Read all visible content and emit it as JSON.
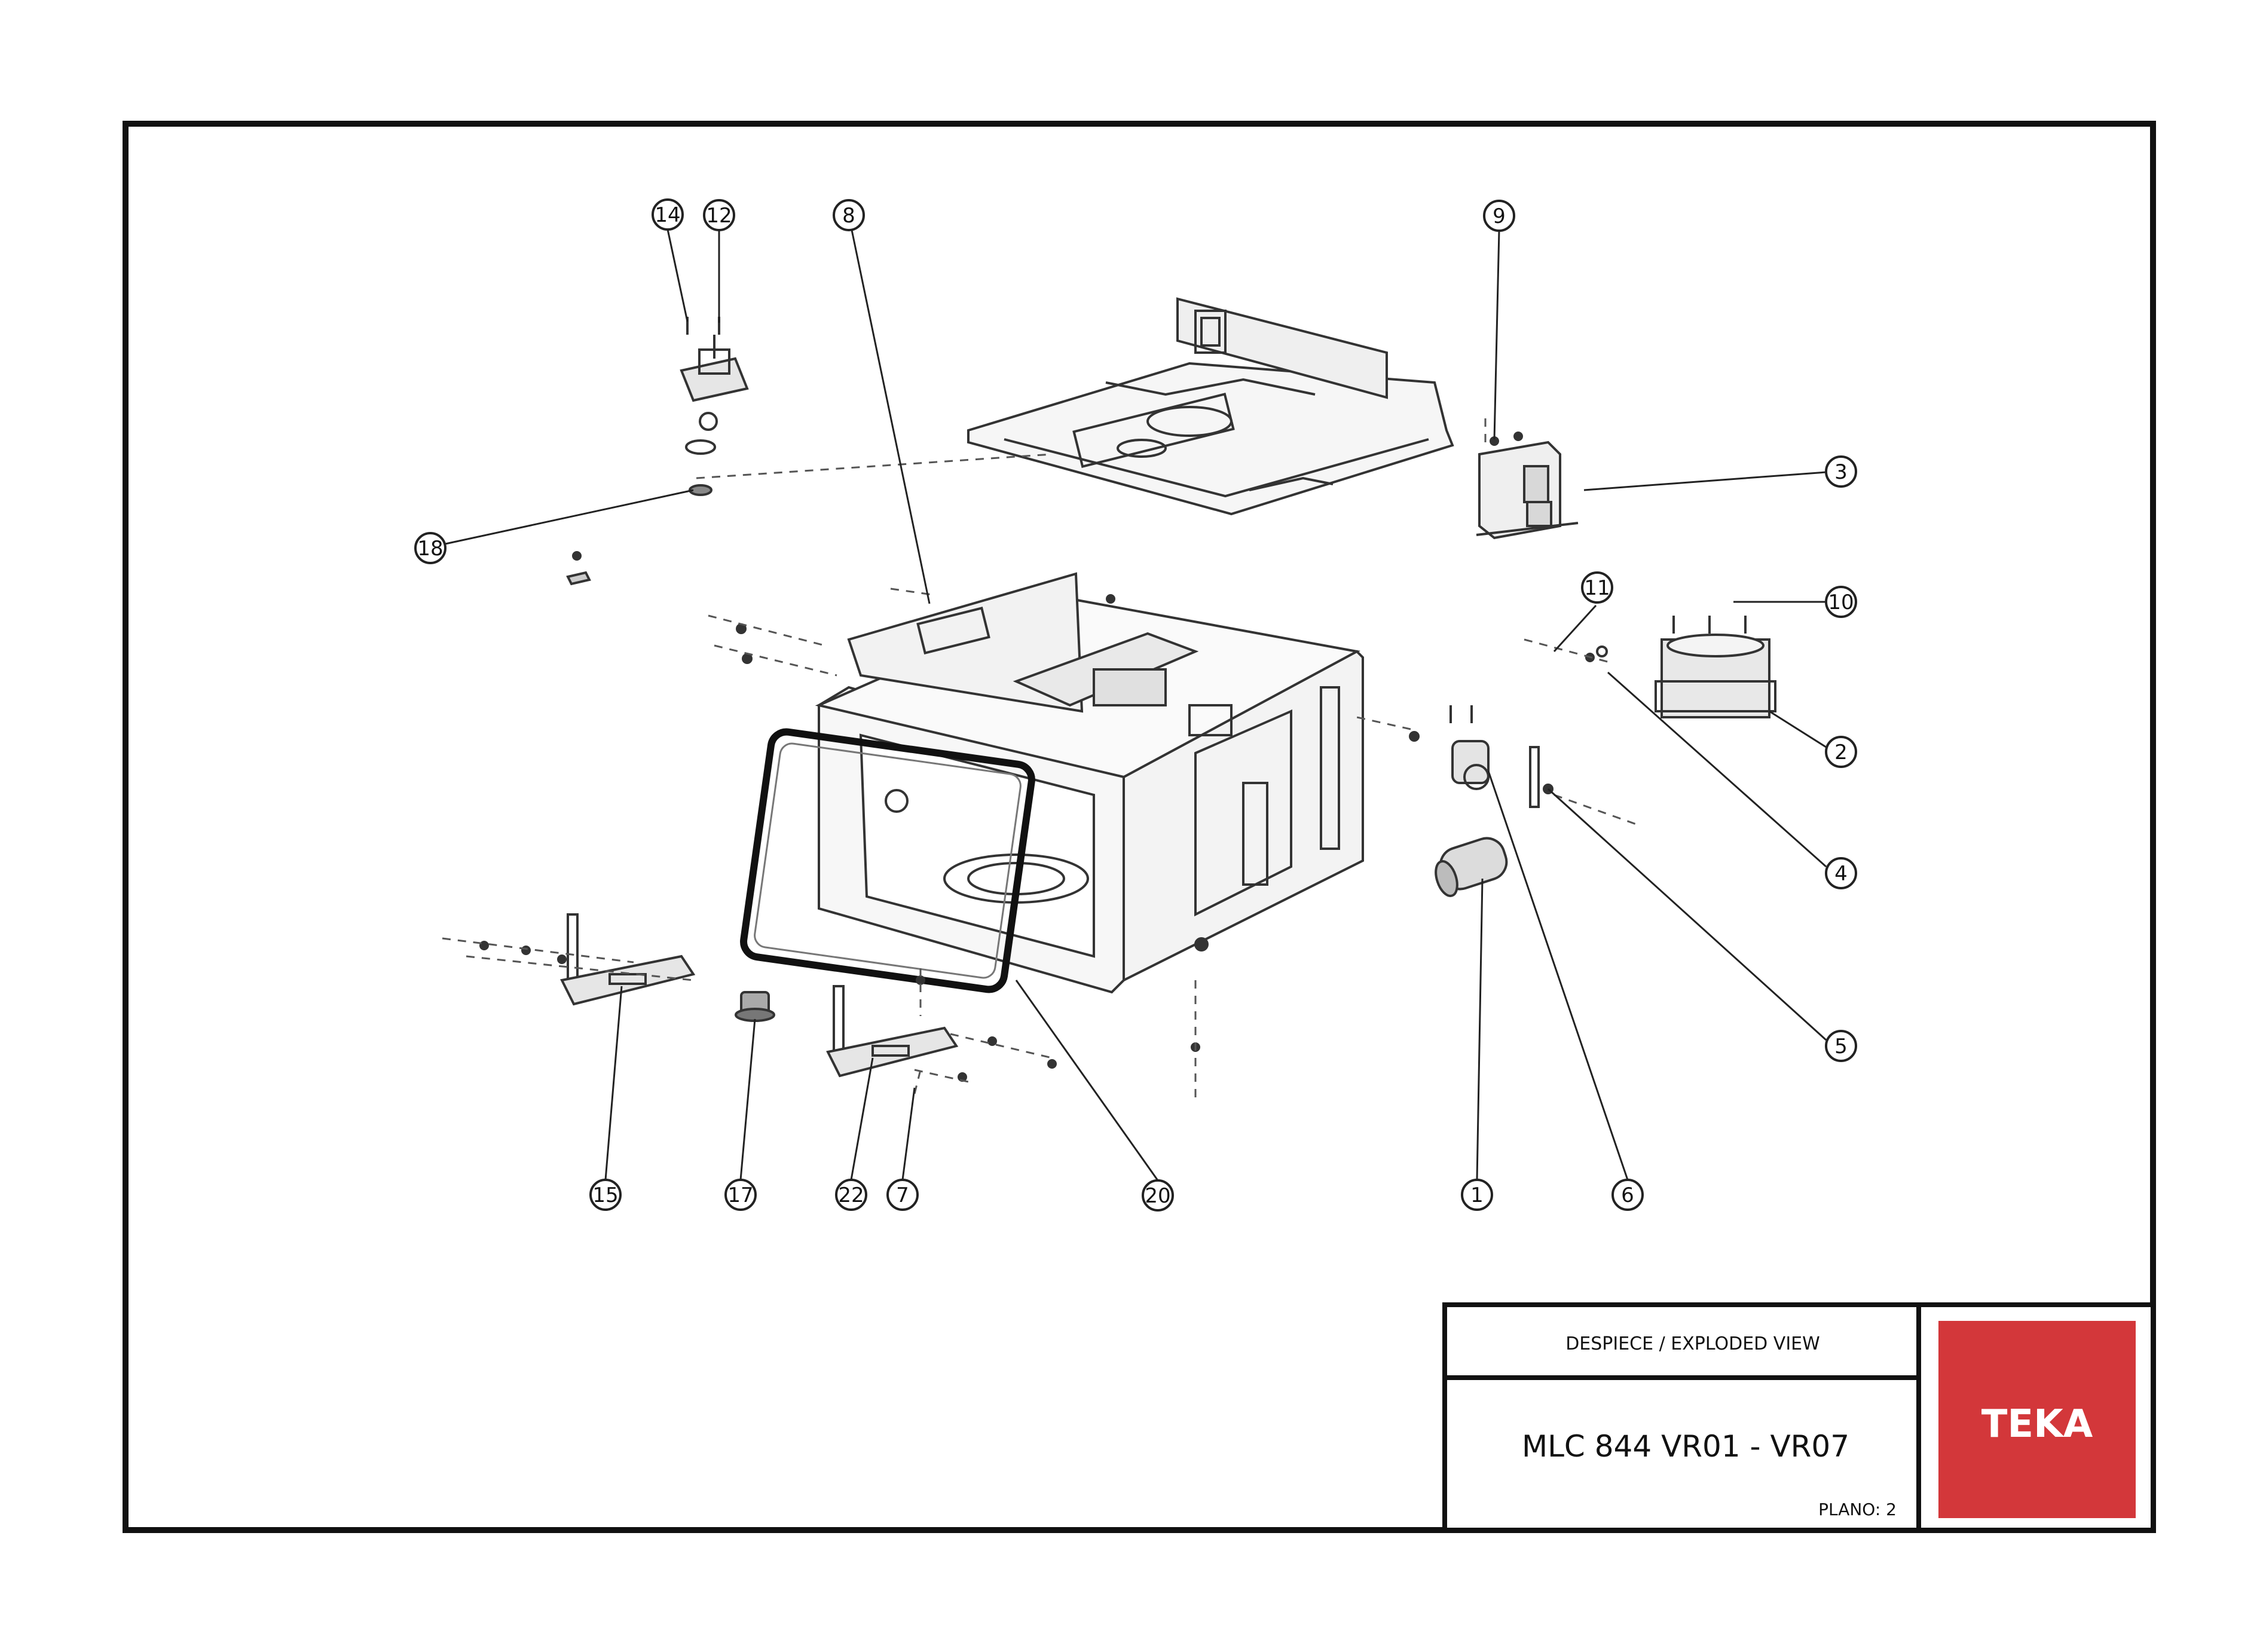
{
  "diagram": {
    "callouts": [
      "14",
      "12",
      "8",
      "9",
      "3",
      "18",
      "11",
      "10",
      "2",
      "4",
      "5",
      "15",
      "17",
      "22",
      "7",
      "20",
      "1",
      "6"
    ]
  },
  "title_block": {
    "heading": "DESPIECE / EXPLODED VIEW",
    "model": "MLC 844  VR01 - VR07",
    "plan": "PLANO: 2"
  },
  "logo": {
    "text": "TEKA",
    "bg_color": "#d3373a"
  }
}
